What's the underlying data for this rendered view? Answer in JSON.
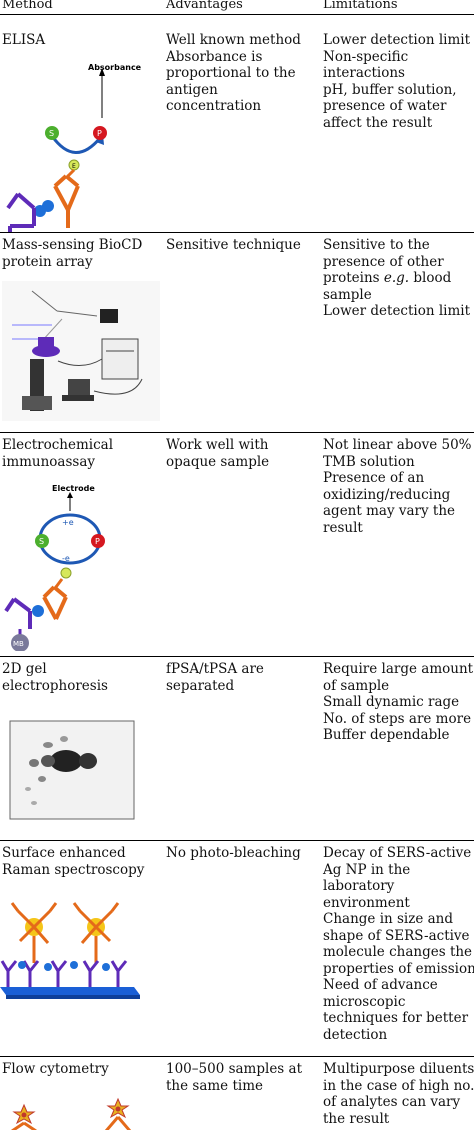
{
  "header": {
    "method": "Method",
    "advantages": "Advantages",
    "limitations": "Limitations"
  },
  "rows": [
    {
      "method": [
        "ELISA"
      ],
      "advantages": [
        "Well known method",
        "Absorbance is",
        "proportional to the",
        "antigen",
        "concentration"
      ],
      "limitations": [
        "Lower detection limit",
        "Non-specific",
        "interactions",
        "pH, buffer solution,",
        "presence of water",
        "affect the result"
      ],
      "figure_labels": [
        "Absorbance",
        "S",
        "P",
        "E"
      ]
    },
    {
      "method": [
        "Mass-sensing BioCD",
        "protein array"
      ],
      "advantages": [
        "Sensitive technique"
      ],
      "limitations": [
        "Sensitive to the",
        "presence of other",
        "proteins e.g. blood",
        "sample",
        "Lower detection limit"
      ]
    },
    {
      "method": [
        "Electrochemical",
        "immunoassay"
      ],
      "advantages": [
        "Work well with",
        "opaque sample"
      ],
      "limitations": [
        "Not linear above 50%",
        "TMB solution",
        "Presence of an",
        "oxidizing/reducing",
        "agent may vary the",
        "result"
      ],
      "figure_labels": [
        "Electrode",
        "+e",
        "-e",
        "S",
        "P",
        "MB"
      ]
    },
    {
      "method": [
        "2D gel",
        "electrophoresis"
      ],
      "advantages": [
        "fPSA/tPSA are",
        "separated"
      ],
      "limitations": [
        "Require large amount",
        "of sample",
        "Small dynamic rage",
        "No. of steps are more",
        "Buffer dependable"
      ]
    },
    {
      "method": [
        "Surface enhanced",
        "Raman spectroscopy"
      ],
      "advantages": [
        "No photo-bleaching"
      ],
      "limitations": [
        "Decay of SERS-active",
        "Ag NP in the",
        "laboratory",
        "environment",
        "Change in size and",
        "shape of SERS-active",
        "molecule changes the",
        "properties of emission",
        "Need of advance",
        "microscopic",
        "techniques for better",
        "detection"
      ]
    },
    {
      "method": [
        "Flow cytometry"
      ],
      "advantages": [
        "100–500 samples at",
        "the same time"
      ],
      "limitations": [
        "Multipurpose diluents",
        "in the case of high no.",
        "of analytes can vary",
        "the result"
      ]
    }
  ]
}
